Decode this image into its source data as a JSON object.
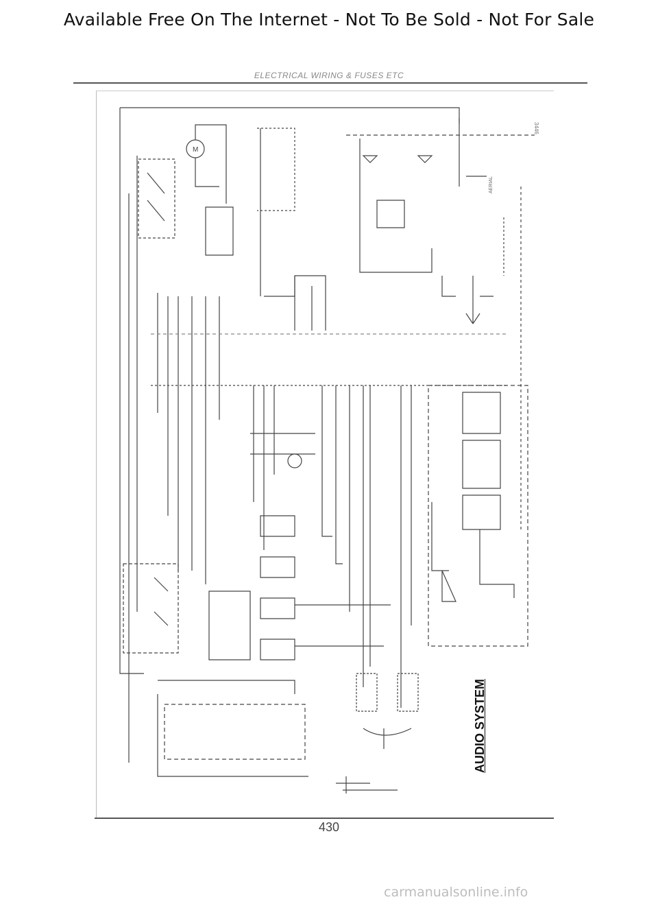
{
  "banner": {
    "text": "Available Free On The Internet - Not To Be Sold - Not For Sale"
  },
  "section": {
    "title": "ELECTRICAL WIRING & FUSES ETC"
  },
  "diagram": {
    "title": "AUDIO SYSTEM",
    "code": "3446",
    "labels": {
      "motor": "M",
      "antenna": "AERIAL"
    }
  },
  "page": {
    "number": "430"
  },
  "watermark": {
    "text": "carmanualsonline.info"
  }
}
